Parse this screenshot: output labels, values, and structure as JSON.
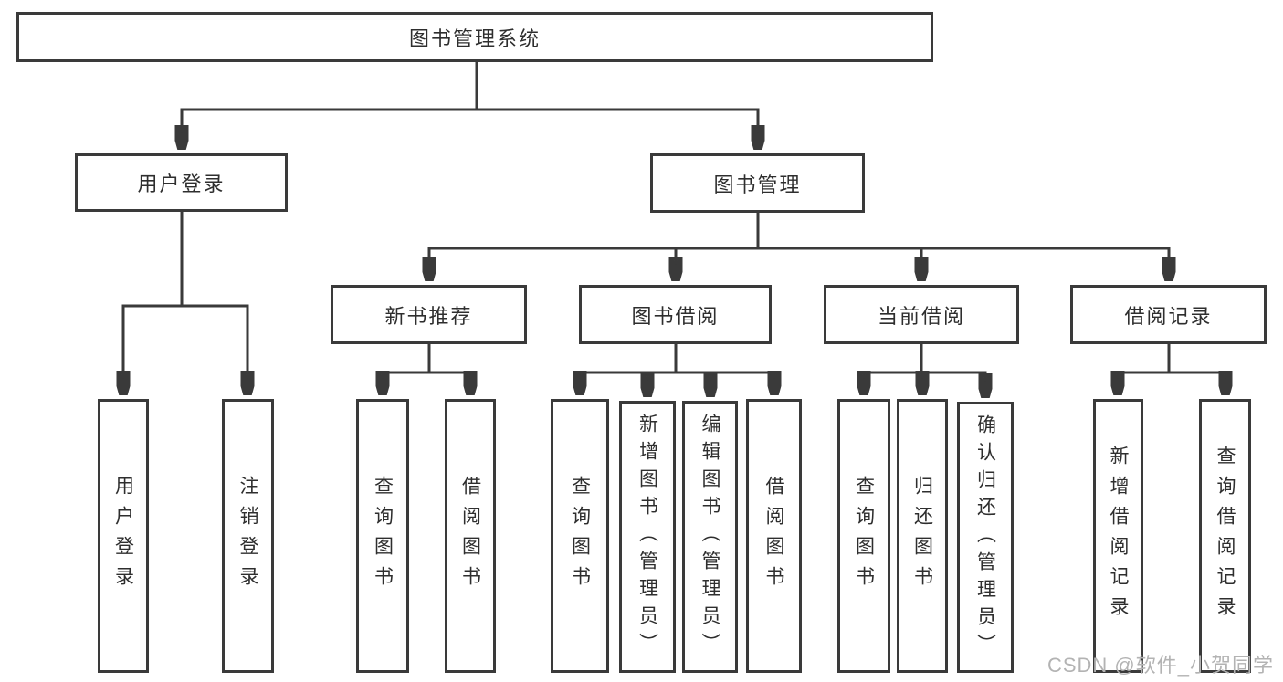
{
  "tree": {
    "label": "图书管理系统",
    "children": [
      {
        "label": "用户登录",
        "children": [
          {
            "label": "用户登录"
          },
          {
            "label": "注销登录"
          }
        ]
      },
      {
        "label": "图书管理",
        "children": [
          {
            "label": "新书推荐",
            "children": [
              {
                "label": "查询图书"
              },
              {
                "label": "借阅图书"
              }
            ]
          },
          {
            "label": "图书借阅",
            "children": [
              {
                "label": "查询图书"
              },
              {
                "label": "新增图书（管理员）"
              },
              {
                "label": "编辑图书（管理员）"
              },
              {
                "label": "借阅图书"
              }
            ]
          },
          {
            "label": "当前借阅",
            "children": [
              {
                "label": "查询图书"
              },
              {
                "label": "归还图书"
              },
              {
                "label": "确认归还（管理员）"
              }
            ]
          },
          {
            "label": "借阅记录",
            "children": [
              {
                "label": "新增借阅记录"
              },
              {
                "label": "查询借阅记录"
              }
            ]
          }
        ]
      }
    ]
  },
  "watermark": {
    "text": "CSDN @软件_小贺同学"
  },
  "colors": {
    "line": "#3a3a3a",
    "text": "#2e2e2e",
    "background": "#ffffff",
    "watermark": "#b3b3b3"
  }
}
